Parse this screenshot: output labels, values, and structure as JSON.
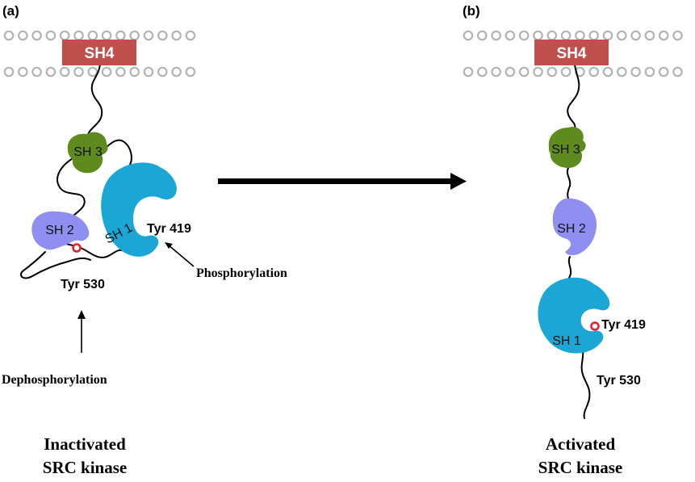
{
  "panels": {
    "a": {
      "label": "(a)",
      "membrane_anchor": "SH4",
      "domains": {
        "sh3": "SH 3",
        "sh2": "SH 2",
        "sh1": "SH 1"
      },
      "sites": {
        "tyr419": "Tyr 419",
        "tyr530": "Tyr 530"
      },
      "annotations": {
        "phosphorylation": "Phosphorylation",
        "dephosphorylation": "Dephosphorylation"
      },
      "caption_line1": "Inactivated",
      "caption_line2": "SRC kinase"
    },
    "b": {
      "label": "(b)",
      "membrane_anchor": "SH4",
      "domains": {
        "sh3": "SH 3",
        "sh2": "SH 2",
        "sh1": "SH 1"
      },
      "sites": {
        "tyr419": "Tyr 419",
        "tyr530": "Tyr 530"
      },
      "caption_line1": "Activated",
      "caption_line2": "SRC kinase"
    }
  },
  "colors": {
    "sh4": "#c0504d",
    "sh3": "#5f8a1e",
    "sh2": "#8f8ff2",
    "sh1": "#1aa7d6",
    "phospho_site": "#e8202a",
    "membrane": "#b3b3b3"
  }
}
